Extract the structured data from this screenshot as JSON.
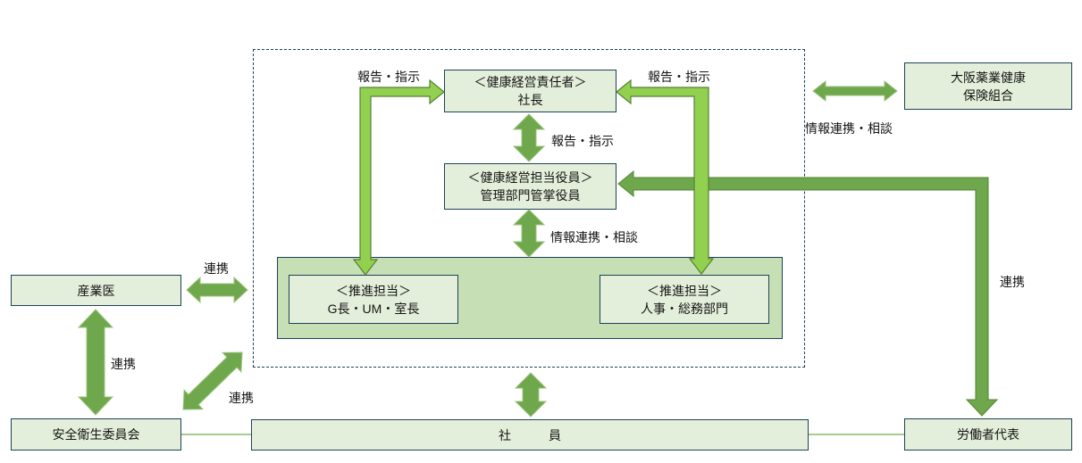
{
  "boxes": {
    "president": {
      "line1": "＜健康経営責任者＞",
      "line2": "社長"
    },
    "officer": {
      "line1": "＜健康経営担当役員＞",
      "line2": "管理部門管掌役員"
    },
    "promoter_left": {
      "line1": "＜推進担当＞",
      "line2": "G長・UM・室長"
    },
    "promoter_right": {
      "line1": "＜推進担当＞",
      "line2": "人事・総務部門"
    },
    "insurance": {
      "line1": "大阪薬業健康",
      "line2": "保険組合"
    },
    "industrial_physician": {
      "label": "産業医"
    },
    "safety_committee": {
      "label": "安全衛生委員会"
    },
    "employees": {
      "label": "社　　　員"
    },
    "worker_representative": {
      "label": "労働者代表"
    }
  },
  "labels": {
    "report_left": "報告・指示",
    "report_right": "報告・指示",
    "report_center": "報告・指示",
    "info_center": "情報連携・相談",
    "info_right": "情報連携・相談",
    "renkei_top_left": "連携",
    "renkei_left": "連携",
    "renkei_diagonal": "連携",
    "renkei_right": "連携"
  },
  "colors": {
    "box_fill": "#e3efda",
    "container_fill": "#c6dfb4",
    "box_border": "#1e4156",
    "arrow_bright_green": "#92d050",
    "arrow_dark_green": "#6fa84c",
    "arrow_outline": "#568135",
    "thin_connector": "#a6cd8d",
    "text": "#141414",
    "background": "#ffffff"
  }
}
